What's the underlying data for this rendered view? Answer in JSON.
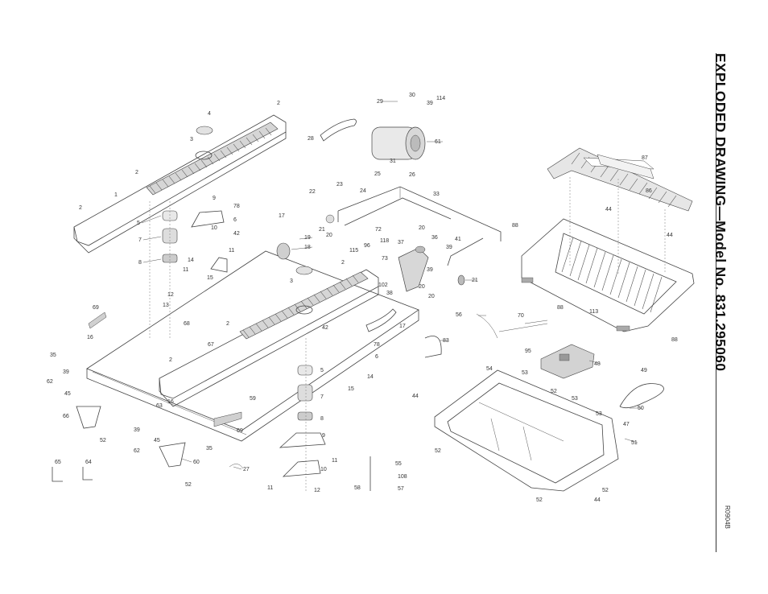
{
  "title": "EXPLODED DRAWING—Model No. 831.295060",
  "drawing_code": "R0904B",
  "callouts": {
    "n1": "1",
    "n2": "2",
    "n3": "3",
    "n4": "4",
    "n5": "5",
    "n6": "6",
    "n7": "7",
    "n8": "8",
    "n9": "9",
    "n10": "10",
    "n11": "11",
    "n12": "12",
    "n13": "13",
    "n14": "14",
    "n15": "15",
    "n16": "16",
    "n17": "17",
    "n18": "18",
    "n19": "19",
    "n20": "20",
    "n21": "21",
    "n22": "22",
    "n23": "23",
    "n24": "24",
    "n25": "25",
    "n26": "26",
    "n27": "27",
    "n28": "28",
    "n29": "29",
    "n30": "30",
    "n31": "31",
    "n33": "33",
    "n35": "35",
    "n36": "36",
    "n37": "37",
    "n38": "38",
    "n39": "39",
    "n41": "41",
    "n42": "42",
    "n44": "44",
    "n45": "45",
    "n47": "47",
    "n48": "48",
    "n49": "49",
    "n50": "50",
    "n51": "51",
    "n52": "52",
    "n53": "53",
    "n54": "54",
    "n55": "55",
    "n56": "56",
    "n57": "57",
    "n58": "58",
    "n59": "59",
    "n60": "60",
    "n61": "61",
    "n62": "62",
    "n63": "63",
    "n64": "64",
    "n65": "65",
    "n66": "66",
    "n67": "67",
    "n68": "68",
    "n69": "69",
    "n70": "70",
    "n72": "72",
    "n73": "73",
    "n78": "78",
    "n83": "83",
    "n86": "86",
    "n87": "87",
    "n88": "88",
    "n95": "95",
    "n96": "96",
    "n102": "102",
    "n108": "108",
    "n113": "113",
    "n114": "114",
    "n115": "115",
    "n118": "118"
  }
}
